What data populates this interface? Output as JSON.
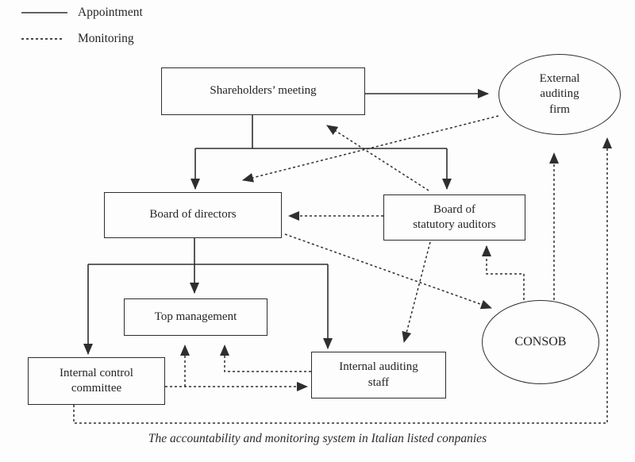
{
  "legend": {
    "items": [
      {
        "style": "solid",
        "label": "Appointment"
      },
      {
        "style": "dashed",
        "label": "Monitoring"
      }
    ]
  },
  "nodes": {
    "shareholders_meeting": {
      "label": "Shareholders’ meeting",
      "shape": "rect"
    },
    "external_auditing_firm": {
      "label": "External\nauditing\nfirm",
      "shape": "ellipse"
    },
    "board_of_directors": {
      "label": "Board of directors",
      "shape": "rect"
    },
    "board_of_statutory_auditors": {
      "label": "Board of\nstatutory auditors",
      "shape": "rect"
    },
    "top_management": {
      "label": "Top management",
      "shape": "rect"
    },
    "internal_control_committee": {
      "label": "Internal control\ncommittee",
      "shape": "rect"
    },
    "internal_auditing_staff": {
      "label": "Internal auditing\nstaff",
      "shape": "rect"
    },
    "consob": {
      "label": "CONSOB",
      "shape": "ellipse"
    }
  },
  "edges": [
    {
      "from": "shareholders_meeting",
      "to": "external_auditing_firm",
      "type": "appointment"
    },
    {
      "from": "shareholders_meeting",
      "to": "board_of_directors",
      "type": "appointment"
    },
    {
      "from": "shareholders_meeting",
      "to": "board_of_statutory_auditors",
      "type": "appointment"
    },
    {
      "from": "board_of_directors",
      "to": "top_management",
      "type": "appointment"
    },
    {
      "from": "board_of_directors",
      "to": "internal_control_committee",
      "type": "appointment"
    },
    {
      "from": "board_of_directors",
      "to": "internal_auditing_staff",
      "type": "appointment"
    },
    {
      "from": "board_of_statutory_auditors",
      "to": "shareholders_meeting",
      "type": "monitoring"
    },
    {
      "from": "external_auditing_firm",
      "to": "board_of_directors",
      "type": "monitoring"
    },
    {
      "from": "board_of_statutory_auditors",
      "to": "board_of_directors",
      "type": "monitoring"
    },
    {
      "from": "board_of_directors",
      "to": "consob",
      "type": "monitoring"
    },
    {
      "from": "board_of_statutory_auditors",
      "to": "internal_auditing_staff",
      "type": "monitoring"
    },
    {
      "from": "consob",
      "to": "board_of_statutory_auditors",
      "type": "monitoring"
    },
    {
      "from": "consob",
      "to": "external_auditing_firm",
      "type": "monitoring"
    },
    {
      "from": "internal_control_committee",
      "to": "external_auditing_firm",
      "type": "monitoring"
    },
    {
      "from": "internal_control_committee",
      "to": "internal_auditing_staff",
      "type": "monitoring"
    },
    {
      "from": "internal_control_committee",
      "to": "top_management",
      "type": "monitoring"
    },
    {
      "from": "internal_auditing_staff",
      "to": "top_management",
      "type": "monitoring"
    }
  ],
  "caption": {
    "text": "The accountability and monitoring system in Italian listed conpanies"
  },
  "colors": {
    "line": "#2e2e2e",
    "background": "#fdfdfd",
    "text": "#252525"
  }
}
